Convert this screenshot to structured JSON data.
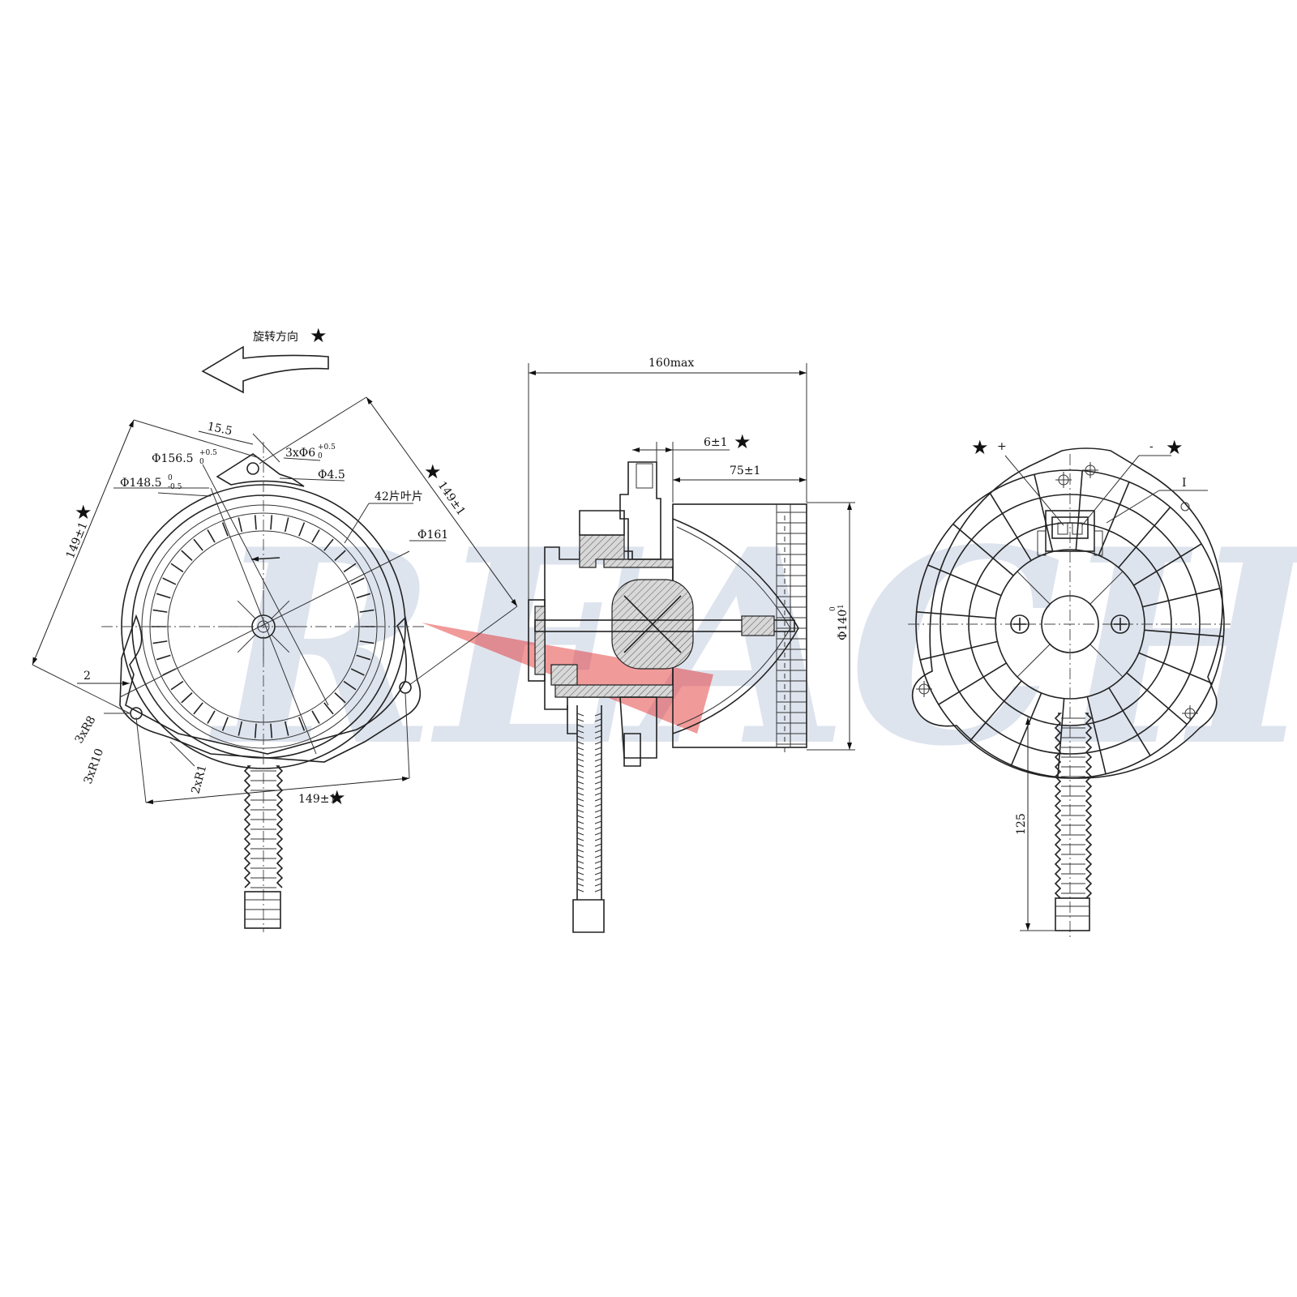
{
  "watermark": "REACH",
  "left_view": {
    "rotation_label": "旋转方向",
    "star": "★",
    "dims": {
      "d15_5": "15.5",
      "d156": "Φ156.5",
      "d156_tol": "+0.5",
      "d156_tol2": "0",
      "d148": "Φ148.5",
      "d148_tol": "0",
      "d148_tol2": "-0.5",
      "holes": "3xΦ6",
      "holes_tol": "+0.5",
      "holes_tol2": "0",
      "d4_5": "Φ4.5",
      "blades": "42片叶片",
      "d161": "Φ161",
      "d149_left": "149±1",
      "d149_right": "149±1",
      "d149_bottom": "149±1",
      "d2": "2",
      "r8": "3xR8",
      "r10": "3xR10",
      "r1": "2xR1"
    }
  },
  "side_view": {
    "d160": "160max",
    "d6": "6±1",
    "d75": "75±1",
    "d140": "Φ140",
    "d140_tol": "0",
    "d140_tol2": "-1"
  },
  "right_view": {
    "plus": "+",
    "minus": "-",
    "label_i": "I",
    "d125": "125"
  }
}
